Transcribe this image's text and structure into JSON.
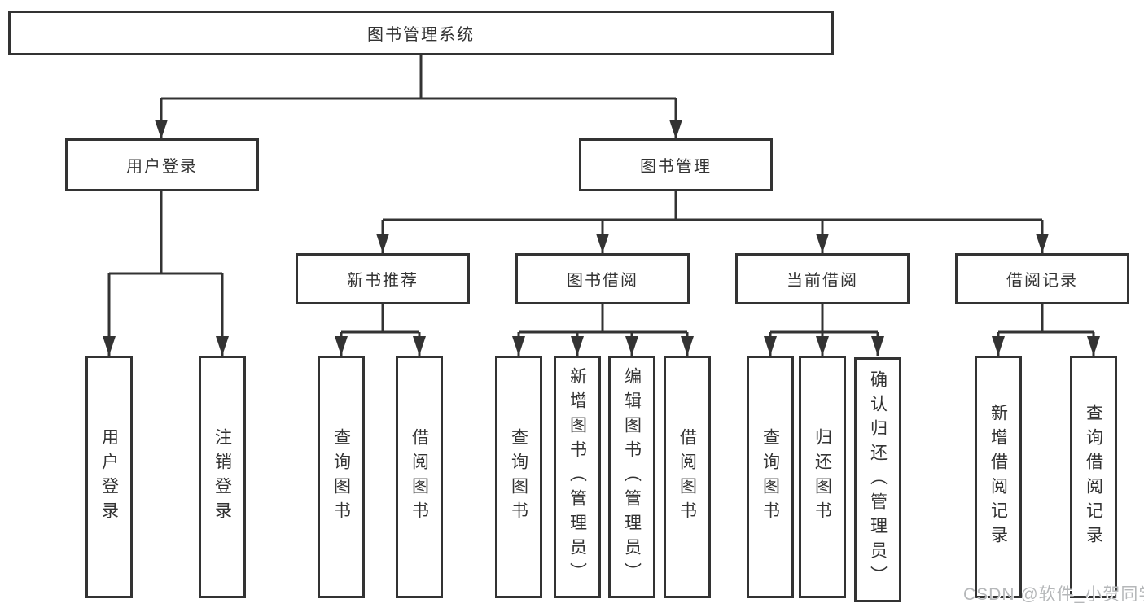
{
  "tree": {
    "root": {
      "label": "图书管理系统"
    },
    "branches": [
      {
        "label": "用户登录",
        "children": [
          "用户登录",
          "注销登录"
        ]
      },
      {
        "label": "图书管理",
        "sections": [
          {
            "label": "新书推荐",
            "children": [
              "查询图书",
              "借阅图书"
            ]
          },
          {
            "label": "图书借阅",
            "children": [
              "查询图书",
              "新增图书（管理员）",
              "编辑图书（管理员）",
              "借阅图书"
            ]
          },
          {
            "label": "当前借阅",
            "children": [
              "查询图书",
              "归还图书",
              "确认归还（管理员）"
            ]
          },
          {
            "label": "借阅记录",
            "children": [
              "新增借阅记录",
              "查询借阅记录"
            ]
          }
        ]
      }
    ]
  },
  "colors": {
    "line": "#333333",
    "text": "#333333",
    "box_fill": "#ffffff",
    "background": "#ffffff",
    "watermark": "#b5b7b9"
  },
  "watermark": {
    "text": "CSDN @软件_小贺同学"
  }
}
